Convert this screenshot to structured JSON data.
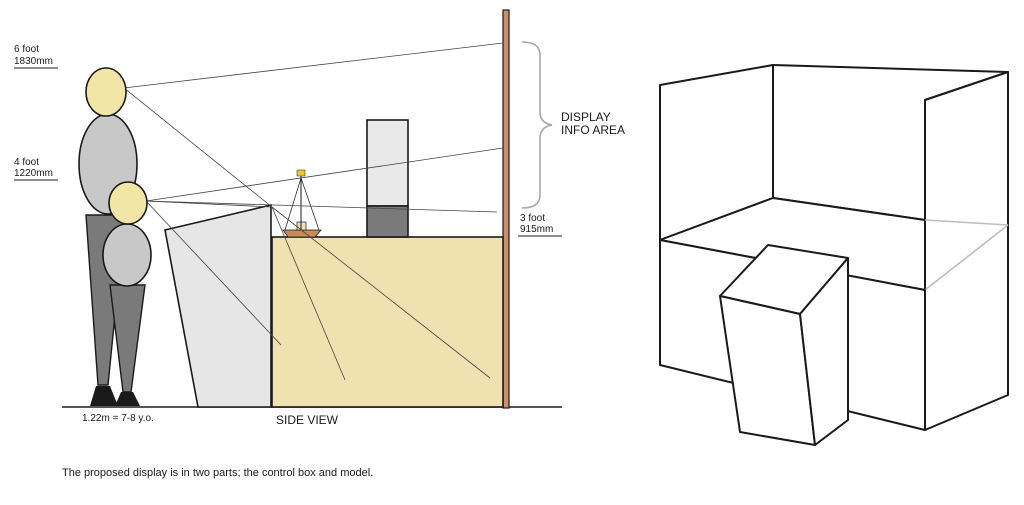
{
  "labels": {
    "six_foot": "6 foot",
    "six_foot_mm": "1830mm",
    "four_foot": "4 foot",
    "four_foot_mm": "1220mm",
    "three_foot": "3 foot",
    "three_foot_mm": "915mm",
    "display_line1": "DISPLAY",
    "display_line2": "INFO AREA",
    "child_height": "1.22m = 7-8 y.o.",
    "side_view": "SIDE VIEW"
  },
  "caption": "The proposed display is in two parts; the control box and model.",
  "colors": {
    "skin": "#f1e6a6",
    "body_adult": "#c8c8c8",
    "legs": "#7a7a7a",
    "feet": "#1a1a1a",
    "control_box": "#e6e6e6",
    "model_table": "#f0e2b0",
    "panel": "#c99070",
    "boat_hull": "#c98a55",
    "flag": "#e8c830",
    "tower_top": "#e9e9e9",
    "tower_base": "#7a7a7a",
    "sightline": "#444444",
    "faded_edge": "#bdbdbd"
  }
}
